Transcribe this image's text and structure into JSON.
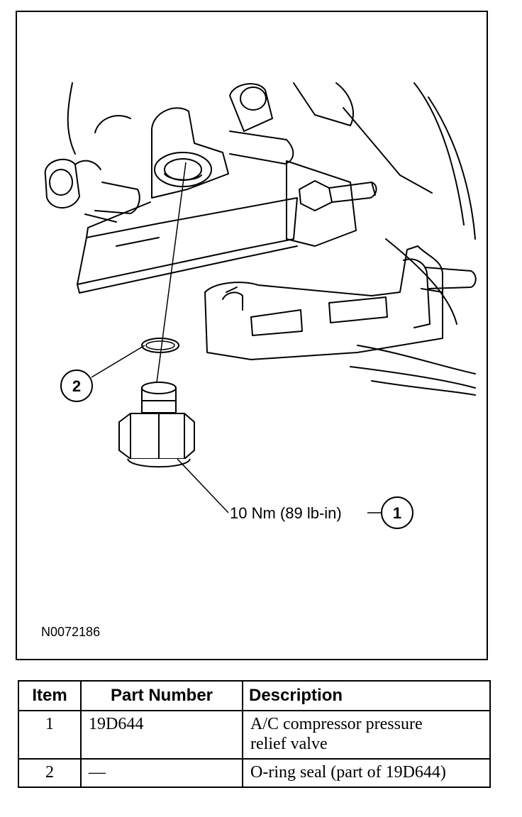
{
  "figure": {
    "torque_label": "10 Nm (89 lb-in)",
    "figure_id": "N0072186",
    "callouts": [
      {
        "number": "1"
      },
      {
        "number": "2"
      }
    ]
  },
  "table": {
    "headers": {
      "item": "Item",
      "part_number": "Part Number",
      "description": "Description"
    },
    "rows": [
      {
        "item": "1",
        "part_number": "19D644",
        "description": "A/C compressor pressure relief valve"
      },
      {
        "item": "2",
        "part_number": "—",
        "description": "O-ring seal (part of 19D644)"
      }
    ]
  }
}
